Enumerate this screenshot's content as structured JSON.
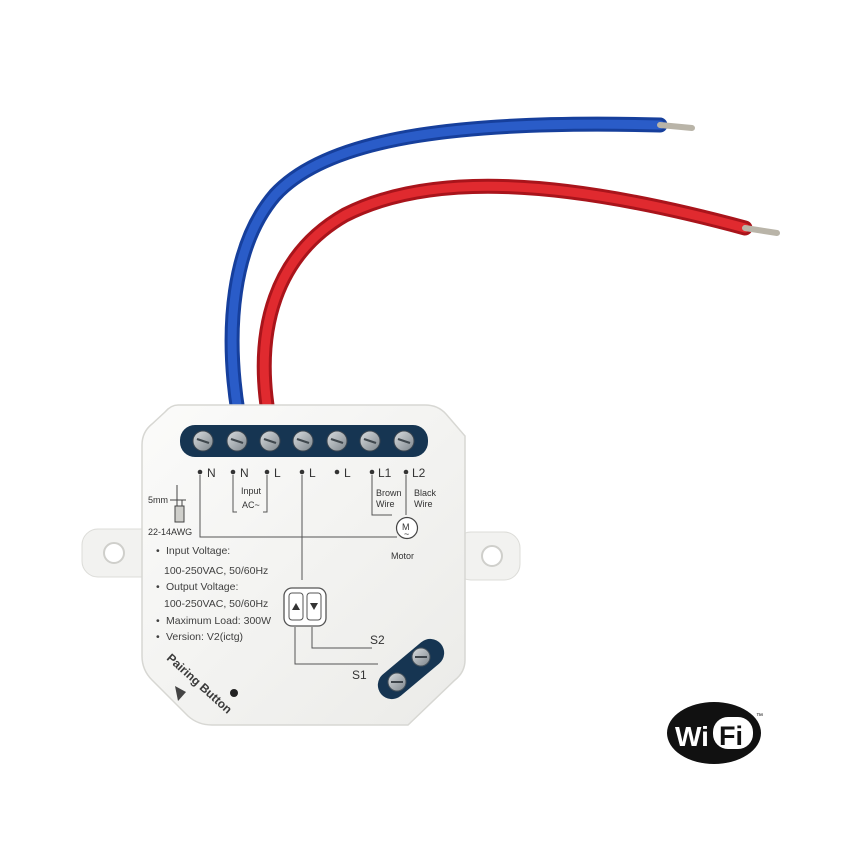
{
  "terminals": {
    "n1": "N",
    "n2": "N",
    "l1": "L",
    "l2": "L",
    "l3": "L",
    "out1": "L1",
    "out2": "L2"
  },
  "labels": {
    "input": "Input",
    "ac": "AC~",
    "brown": "Brown",
    "wire": "Wire",
    "black": "Black",
    "motor_symbol": "M",
    "motor_tilde": "~",
    "motor": "Motor",
    "strip_length": "5mm",
    "gauge": "22-14AWG",
    "s2": "S2",
    "s1": "S1",
    "pairing_button": "Pairing Button"
  },
  "specs": {
    "bullet": "•",
    "input_voltage_label": "Input Voltage:",
    "input_voltage_value": "100-250VAC, 50/60Hz",
    "output_voltage_label": "Output Voltage:",
    "output_voltage_value": "100-250VAC, 50/60Hz",
    "max_load": "Maximum Load: 300W",
    "version": "Version: V2(ictg)"
  },
  "wifi_logo": {
    "wi": "Wi",
    "fi": "Fi",
    "tm": "™"
  },
  "colors": {
    "blue_wire": "#1f4fb8",
    "red_wire": "#d81f26",
    "body": "#f4f4f2",
    "terminal_strip": "#163552"
  }
}
